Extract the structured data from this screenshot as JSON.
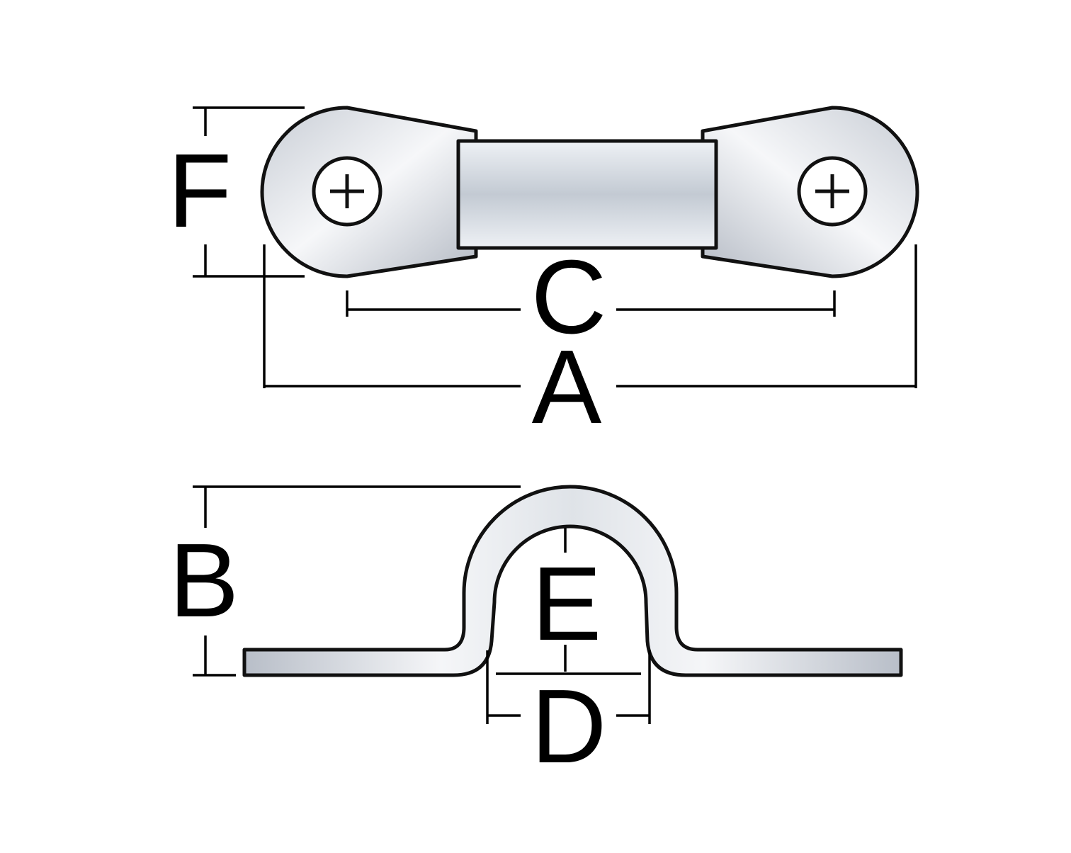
{
  "diagram": {
    "top_view": {
      "labels": {
        "F": "F",
        "C": "C",
        "A": "A"
      },
      "screw_icon": "phillips-screw-icon"
    },
    "side_view": {
      "labels": {
        "B": "B",
        "E": "E",
        "D": "D"
      }
    },
    "colors": {
      "metal_light": "#f4f6f8",
      "metal_mid": "#c9ced6",
      "metal_dark": "#a9b0ba",
      "outline": "#111111"
    }
  }
}
